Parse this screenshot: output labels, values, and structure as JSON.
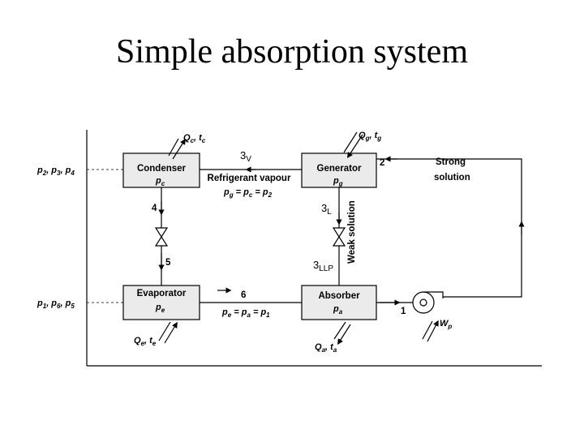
{
  "title": "Simple absorption system",
  "components": {
    "condenser": "Condenser",
    "generator": "Generator",
    "evaporator": "Evaporator",
    "absorber": "Absorber"
  },
  "labels": {
    "refrigerant_vapour": "Refrigerant vapour",
    "strong_solution_1": "Strong",
    "strong_solution_2": "solution",
    "weak_solution": "Weak solution"
  },
  "state_points": [
    "1",
    "2",
    "4",
    "5",
    "6"
  ],
  "annotations": {
    "vapour": "3",
    "vapour_sub": "V",
    "liquid": "3",
    "liquid_sub": "L",
    "liquid_lp": "3",
    "liquid_lp_sub": "LLP"
  }
}
